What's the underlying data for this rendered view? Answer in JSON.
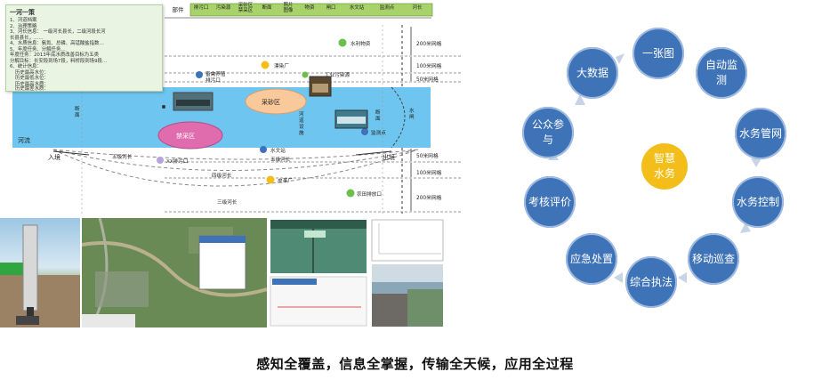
{
  "panel": {
    "title": "一河一策",
    "lines": [
      "1、河道档案",
      "2、治理策略",
      "3、河长信息：      一级河长县长，二级河段长河",
      "长县县长，……",
      "4、水质信息：氨氮、总磷、高锰酸盐指数…",
      "5、年度任务、分解任务…",
      "年度任务：2013年底水质改善目标为五类",
      "分解目标：长安段到场7段，料桥段到场9段…",
      "6、统计信息：",
      "历史最高水位：",
      "历史最低水位：",
      "历史最高水质：",
      "历史最差水质："
    ]
  },
  "tabs": [
    "部件",
    "排污口",
    "污染源",
    "采砂区\n禁采区",
    "断面",
    "照片\n图像",
    "物资",
    "闸口",
    "水文站",
    "监测点",
    "河长"
  ],
  "schematic": {
    "upstream_section": "断\n面",
    "downstream_section": "断\n面",
    "river_facility": "河\n道\n设\n施",
    "sluice": "水\n闸",
    "river": "河流",
    "inlet": "入境",
    "outlet": "出境",
    "sand_mining_area": "采砂区",
    "no_mining_area": "禁采区",
    "aquaculture_outlet": "畜禽养殖\n排污口",
    "pollution_plant": "漂染厂",
    "industrial_source": "工业污染源",
    "water_material": "水利物资",
    "monitoring_point": "监测点",
    "hydrology_station": "水文站",
    "level5_river_chief": "五级河长",
    "level5_river_chief_2": "五级河长",
    "outlet_xx": "XX排污口",
    "level4_river_chief": "四级河长",
    "leather_factory": "皮革厂",
    "level3_river_chief": "三级河长",
    "farm_outlet": "农田排放口",
    "grid_labels": [
      "200米网格",
      "100米网格",
      "50米网格",
      "50米网格",
      "100米网格",
      "200米网格"
    ]
  },
  "cycle": {
    "center": "智慧\n水务",
    "nodes": [
      "一张图",
      "自动监\n测",
      "水务管网",
      "水务控制",
      "移动巡查",
      "综合执法",
      "应急处置",
      "考核评价",
      "公众参\n与",
      "大数据"
    ]
  },
  "caption": "感知全覆盖，信息全掌握，传输全天候，应用全过程",
  "colors": {
    "river": "#6ec5ef",
    "node": "#3f73b7",
    "center": "#f3be1a",
    "tab_fill": "#a8d36a",
    "arrow": "#c8d3e6"
  }
}
